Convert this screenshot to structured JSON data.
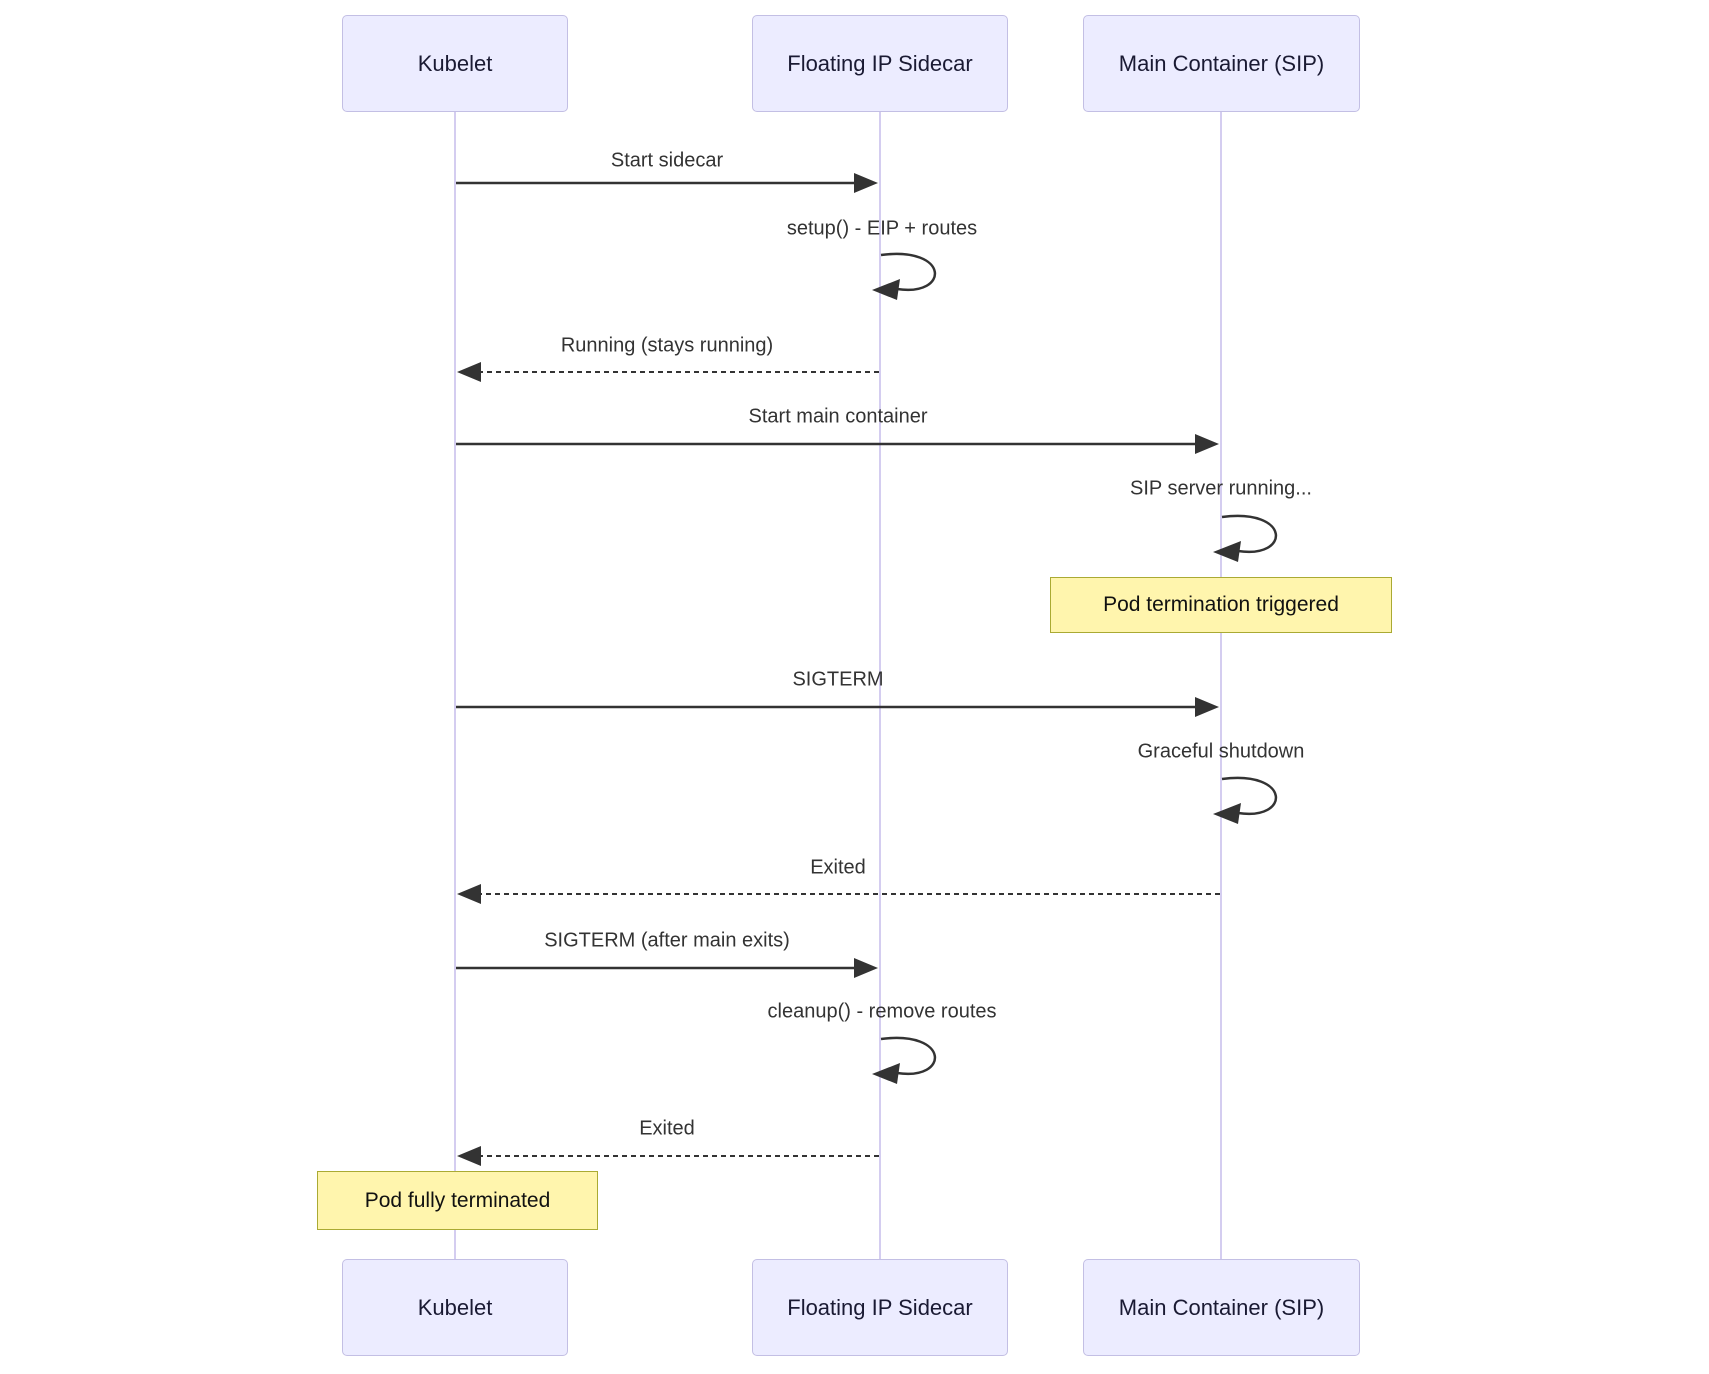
{
  "diagram": {
    "type": "sequence-diagram",
    "actors": [
      {
        "name": "Kubelet"
      },
      {
        "name": "Floating IP Sidecar"
      },
      {
        "name": "Main Container (SIP)"
      }
    ],
    "messages": [
      {
        "from": "Kubelet",
        "to": "Floating IP Sidecar",
        "label": "Start sidecar",
        "style": "solid"
      },
      {
        "from": "Floating IP Sidecar",
        "to": "Floating IP Sidecar",
        "label": "setup() - EIP + routes",
        "style": "self"
      },
      {
        "from": "Floating IP Sidecar",
        "to": "Kubelet",
        "label": "Running (stays running)",
        "style": "dashed"
      },
      {
        "from": "Kubelet",
        "to": "Main Container (SIP)",
        "label": "Start main container",
        "style": "solid"
      },
      {
        "from": "Main Container (SIP)",
        "to": "Main Container (SIP)",
        "label": "SIP server running...",
        "style": "self"
      },
      {
        "from": "Kubelet",
        "to": "Main Container (SIP)",
        "label": "SIGTERM",
        "style": "solid"
      },
      {
        "from": "Main Container (SIP)",
        "to": "Main Container (SIP)",
        "label": "Graceful shutdown",
        "style": "self"
      },
      {
        "from": "Main Container (SIP)",
        "to": "Kubelet",
        "label": "Exited",
        "style": "dashed"
      },
      {
        "from": "Kubelet",
        "to": "Floating IP Sidecar",
        "label": "SIGTERM (after main exits)",
        "style": "solid"
      },
      {
        "from": "Floating IP Sidecar",
        "to": "Floating IP Sidecar",
        "label": "cleanup() - remove routes",
        "style": "self"
      },
      {
        "from": "Floating IP Sidecar",
        "to": "Kubelet",
        "label": "Exited",
        "style": "dashed"
      }
    ],
    "notes": [
      {
        "over": "Main Container (SIP)",
        "label": "Pod termination triggered"
      },
      {
        "over": "Kubelet",
        "label": "Pod fully terminated"
      }
    ],
    "colors": {
      "actor_fill": "#ECECFF",
      "actor_border": "#c3bfe4",
      "note_fill": "#fff5ad",
      "note_border": "#aaaa33",
      "lifeline": "#d4cdf0",
      "arrow": "#333333",
      "background": "#ffffff"
    }
  }
}
